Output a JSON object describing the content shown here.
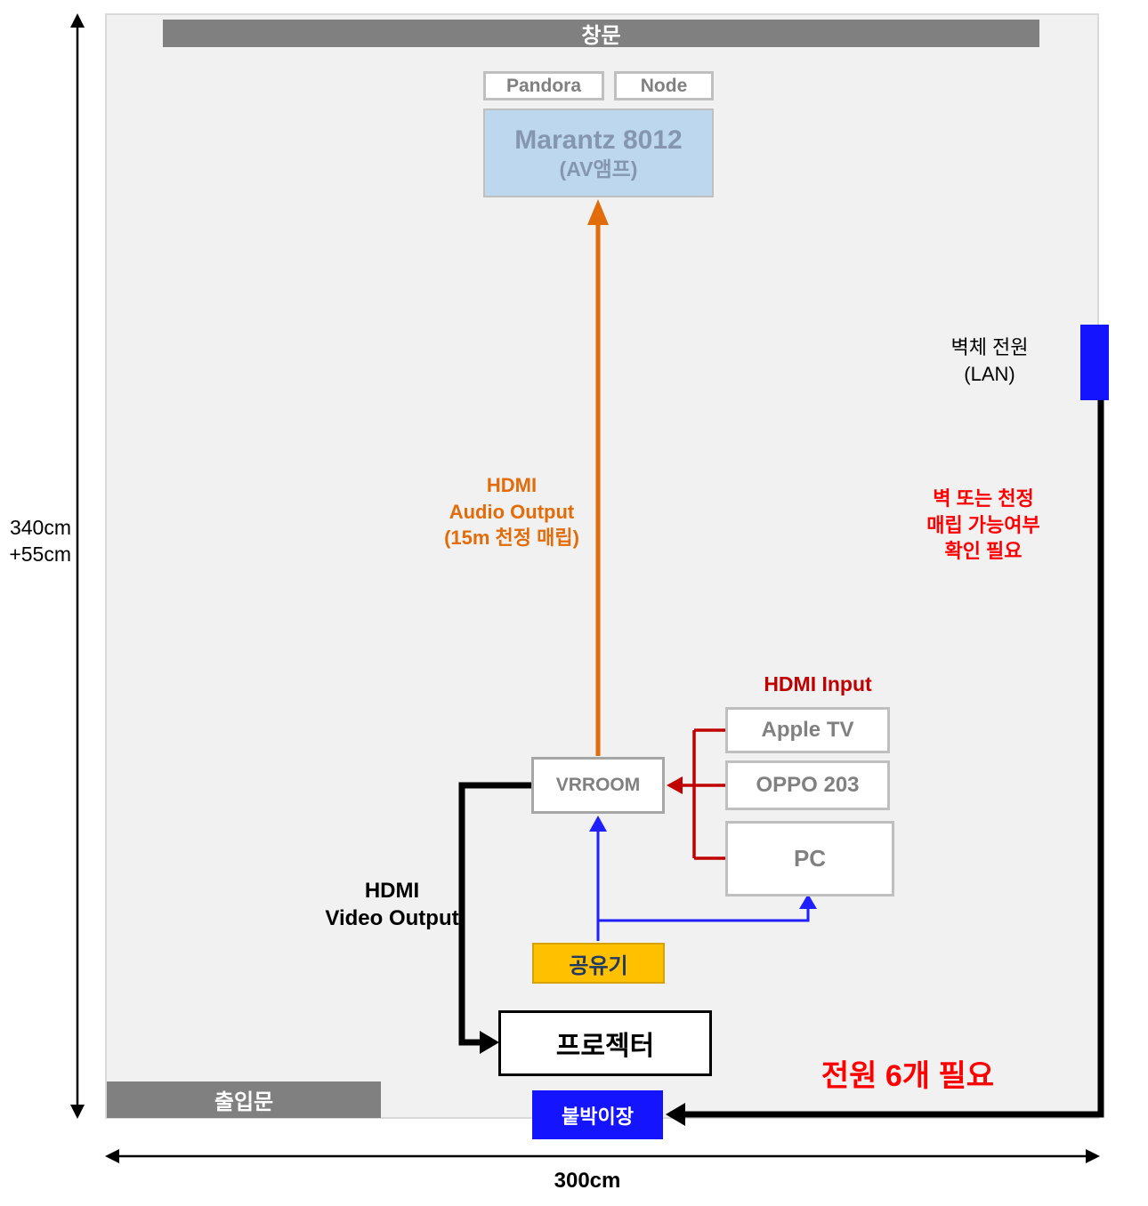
{
  "dimensions": {
    "height_label": "340cm\n+55cm",
    "width_label": "300cm"
  },
  "room": {
    "window": "창문",
    "door": "출입문"
  },
  "nodes": {
    "pandora": "Pandora",
    "node": "Node",
    "marantz_title": "Marantz 8012",
    "marantz_subtitle": "(AV앰프)",
    "vrroom": "VRROOM",
    "apple_tv": "Apple TV",
    "oppo": "OPPO 203",
    "pc": "PC",
    "router": "공유기",
    "projector": "프로젝터",
    "closet": "붙박이장",
    "wall_power": "벽체 전원\n(LAN)"
  },
  "annotations": {
    "hdmi_audio": "HDMI\nAudio Output\n(15m 천정 매립)",
    "hdmi_video": "HDMI\nVideo Output",
    "hdmi_input": "HDMI Input",
    "wall_note": "벽 또는 천정\n매립 가능여부\n확인 필요",
    "power_note": "전원 6개 필요"
  },
  "colors": {
    "audio_path": "#e36c0a",
    "video_path": "#000000",
    "hdmi_input_path": "#c00000",
    "network_path": "#1f1fff",
    "power_accent": "#1414ff",
    "router_fill": "#ffc000",
    "amp_fill": "#bdd7ee",
    "wall_fill": "#808080"
  }
}
